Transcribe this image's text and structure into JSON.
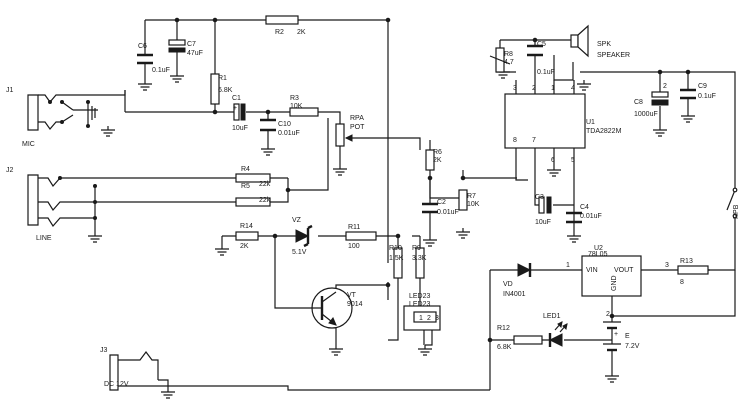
{
  "mic": {
    "ref": "J1",
    "name": "MIC"
  },
  "line": {
    "ref": "J2",
    "name": "LINE"
  },
  "dcjack": {
    "ref": "J3",
    "name": "DC 12V"
  },
  "c6": {
    "ref": "C6",
    "val": "0.1uF"
  },
  "c7": {
    "ref": "C7",
    "val": "47uF"
  },
  "r2": {
    "ref": "R2",
    "val": "2K"
  },
  "r1": {
    "ref": "R1",
    "val": "6.8K"
  },
  "c1": {
    "ref": "C1",
    "val": "10uF"
  },
  "r3": {
    "ref": "R3",
    "val": "10K"
  },
  "c10": {
    "ref": "C10",
    "val": "0.01uF"
  },
  "rpa": {
    "ref": "RPA",
    "val": "POT"
  },
  "r4": {
    "ref": "R4",
    "val": "22k"
  },
  "r5": {
    "ref": "R5",
    "val": "22k"
  },
  "r8": {
    "ref": "R8",
    "val": "4.7"
  },
  "c5": {
    "ref": "C5",
    "val": "0.1uF"
  },
  "spk": {
    "ref": "SPK",
    "val": "SPEAKER"
  },
  "u1": {
    "ref": "U1",
    "val": "TDA2822M",
    "pins_top": [
      "3",
      "2",
      "1",
      "4"
    ],
    "pins_bottom": [
      "8",
      "7",
      "6",
      "5"
    ]
  },
  "c8": {
    "ref": "C8",
    "val": "1000uF"
  },
  "c9": {
    "ref": "C9",
    "val": "0.1uF"
  },
  "r6": {
    "ref": "R6",
    "val": "2K"
  },
  "c2": {
    "ref": "C2",
    "val": "0.01uF"
  },
  "r7": {
    "ref": "R7",
    "val": "10K"
  },
  "c3": {
    "ref": "C3",
    "val": "10uF"
  },
  "c4": {
    "ref": "C4",
    "val": "0.01uF"
  },
  "rpb": {
    "ref": "RPB"
  },
  "r14": {
    "ref": "R14",
    "val": "2K"
  },
  "vz": {
    "ref": "VZ",
    "val": "5.1V"
  },
  "r11": {
    "ref": "R11",
    "val": "100"
  },
  "r10": {
    "ref": "R10",
    "val": "1.5K"
  },
  "r9": {
    "ref": "R9",
    "val": "3.3K"
  },
  "vt": {
    "ref": "VT",
    "val": "9014"
  },
  "led23": {
    "ref": "LED23",
    "val": "LED23",
    "pins": [
      "1",
      "2",
      "3"
    ]
  },
  "vd": {
    "ref": "VD",
    "val": "IN4001"
  },
  "u2": {
    "ref": "U2",
    "val": "78L05",
    "vin": "VIN",
    "vout": "VOUT",
    "gnd": "GND",
    "pin_in": "1",
    "pin_out": "3",
    "pin_gnd": "2"
  },
  "r13": {
    "ref": "R13",
    "val": "8"
  },
  "r12": {
    "ref": "R12",
    "val": "6.8K"
  },
  "led1": {
    "ref": "LED1"
  },
  "batt": {
    "ref": "E",
    "val": "7.2V"
  },
  "marks": {
    "plus": "+",
    "pin": "2"
  }
}
